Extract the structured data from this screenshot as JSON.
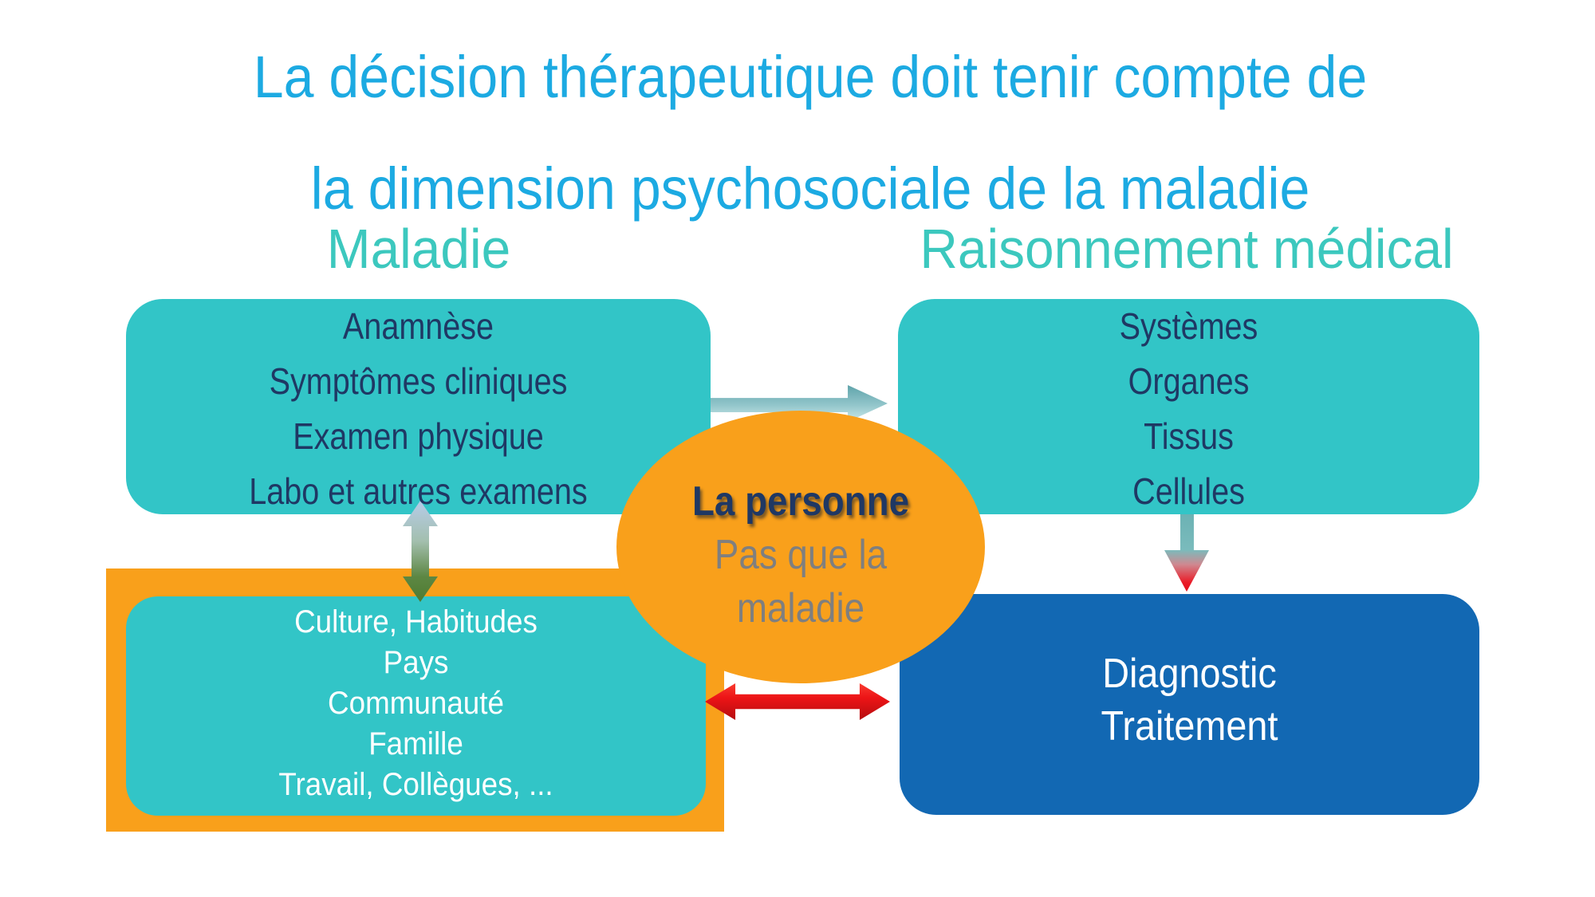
{
  "slide": {
    "title": {
      "line1": "La décision thérapeutique doit tenir compte de",
      "line2": "la dimension psychosociale de la maladie"
    },
    "headers": {
      "left": "Maladie",
      "right": "Raisonnement médical"
    },
    "box_maladie": {
      "line1": "Anamnèse",
      "line2": "Symptômes cliniques",
      "line3": "Examen physique",
      "line4": "Labo et autres examens"
    },
    "box_raisonnement": {
      "line1": "Systèmes",
      "line2": "Organes",
      "line3": "Tissus",
      "line4": "Cellules"
    },
    "box_psychosocial": {
      "line1": "Culture, Habitudes",
      "line2": "Pays",
      "line3": "Communauté",
      "line4": "Famille",
      "line5": "Travail, Collègues, ..."
    },
    "box_diagnostic": {
      "line1": "Diagnostic",
      "line2": "Traitement"
    },
    "ellipse": {
      "line1": "La personne",
      "line2": "Pas que la",
      "line3": "maladie"
    },
    "colors": {
      "title_blue": "#1CAAE2",
      "header_teal": "#3CC8BE",
      "box_teal": "#32C5C7",
      "navy_text": "#1F3864",
      "orange": "#F9A01B",
      "dark_blue": "#1268B3",
      "gray_text": "#7F7F7F",
      "red_arrow": "#E8141B",
      "green_arrow": "#4E7B31",
      "steel_blue_arrow": "#B6CCE9",
      "teal_arrow": "#5FA3AA"
    }
  }
}
